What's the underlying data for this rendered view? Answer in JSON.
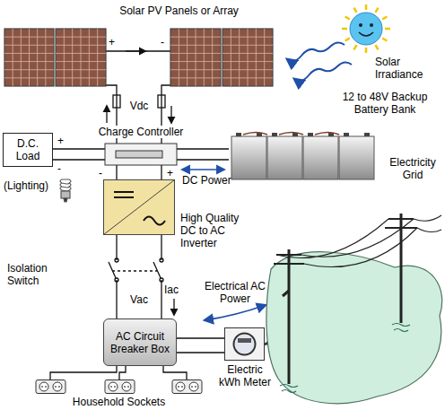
{
  "diagram": {
    "nodes": [
      {
        "text": [
          "Solar PV Panels or Array"
        ]
      },
      {
        "text": [
          "Charge Controller"
        ]
      },
      {
        "text": [
          "D.C. Load"
        ]
      },
      {
        "text": [
          "12 to 48V Backup Battery Bank"
        ]
      },
      {
        "text": [
          "High Quality DC to AC Inverter"
        ]
      },
      {
        "text": [
          "AC Circuit Breaker Box"
        ]
      },
      {
        "text": [
          "Electric kWh Meter"
        ]
      },
      {
        "text": [
          "Electricity Grid"
        ]
      },
      {
        "text": [
          "Household Sockets"
        ]
      }
    ],
    "edges": [
      {
        "from": 0,
        "to": 1,
        "label": "Vdc",
        "arrow": "none"
      },
      {
        "from": 1,
        "to": 2,
        "arrow": "none"
      },
      {
        "from": 1,
        "to": 3,
        "arrow": "none"
      },
      {
        "from": 1,
        "to": 4,
        "arrow": "none"
      },
      {
        "from": 4,
        "to": 5,
        "label": "Vac",
        "arrow": "none"
      },
      {
        "from": 5,
        "to": 6,
        "arrow": "none"
      },
      {
        "from": 6,
        "to": 7,
        "arrow": "none"
      },
      {
        "from": 5,
        "to": 8,
        "arrow": "none"
      }
    ],
    "labels": [
      "Solar Irradiance",
      "+",
      "-",
      "+",
      "-",
      "(Lighting)",
      "-",
      "+",
      "DC Power",
      "Isolation Switch",
      "Iac",
      "Electrical AC Power"
    ]
  }
}
